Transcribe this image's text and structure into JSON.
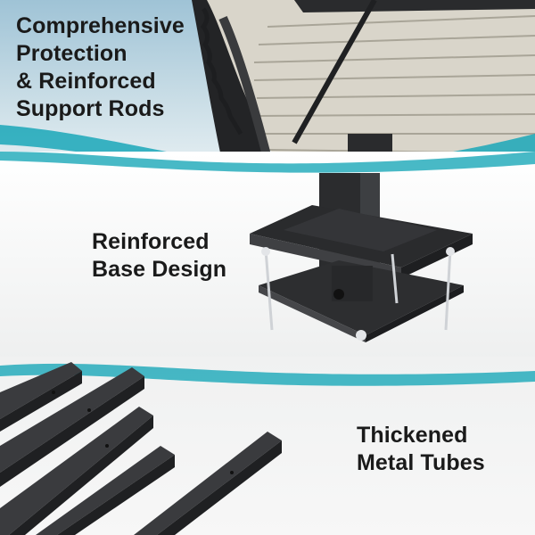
{
  "sections": [
    {
      "id": "roof",
      "caption_lines": [
        "Comprehensive",
        "Protection",
        "& Reinforced",
        "Support Rods"
      ]
    },
    {
      "id": "base",
      "caption_lines": [
        "Reinforced",
        "Base Design"
      ]
    },
    {
      "id": "tubes",
      "caption_lines": [
        "Thickened",
        "Metal Tubes"
      ]
    }
  ],
  "colors": {
    "accent_teal": "#1aa7b8",
    "metal_dark": "#2a2b2d",
    "roof_panel": "#d8d4c9",
    "text": "#1a1a1a"
  }
}
